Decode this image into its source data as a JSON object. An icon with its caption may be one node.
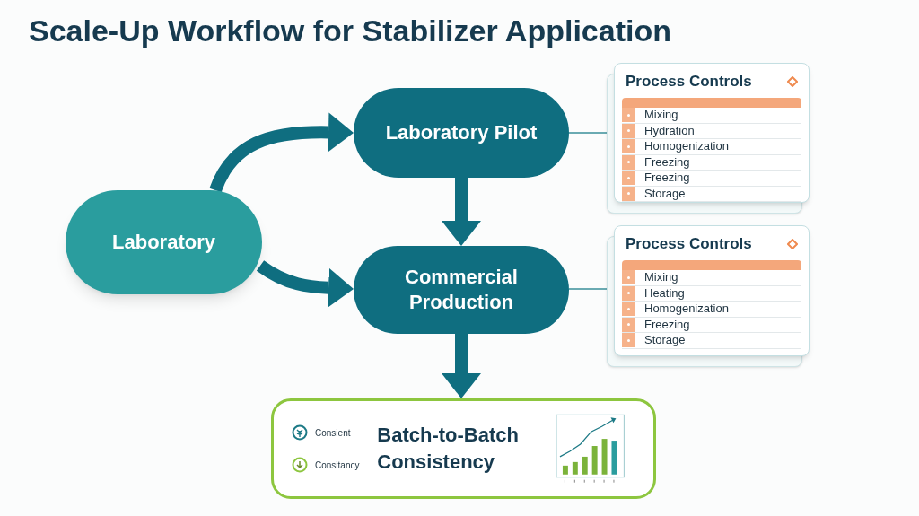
{
  "diagram": {
    "title": "Scale-Up Workflow for Stabilizer Application",
    "nodes": [
      {
        "text": [
          "Laboratory"
        ]
      },
      {
        "text": [
          "Laboratory Pilot"
        ]
      },
      {
        "text": [
          "Commercial Production"
        ]
      },
      {
        "text": [
          "Process Controls",
          "Mixing",
          "Hydration",
          "Homogenization",
          "Freezing",
          "Freezing",
          "Storage"
        ]
      },
      {
        "text": [
          "Process Controls",
          "Mixing",
          "Heating",
          "Homogenization",
          "Freezing",
          "Storage"
        ]
      },
      {
        "text": [
          "Consient",
          "Consitancy",
          "Batch-to-Batch Consistency"
        ]
      }
    ],
    "edges": [
      {
        "from": 0,
        "to": 1,
        "arrow": "to"
      },
      {
        "from": 0,
        "to": 2,
        "arrow": "to"
      },
      {
        "from": 1,
        "to": 2,
        "arrow": "to"
      },
      {
        "from": 2,
        "to": 5,
        "arrow": "to"
      },
      {
        "from": 1,
        "to": 3,
        "arrow": "none",
        "color": "#3a8f9a"
      },
      {
        "from": 2,
        "to": 4,
        "arrow": "none",
        "color": "#3a8f9a"
      }
    ]
  }
}
